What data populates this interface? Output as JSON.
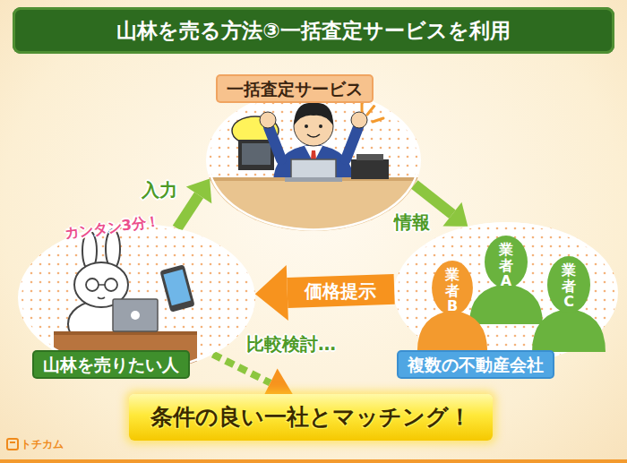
{
  "diagram": {
    "title": "山林を売る方法③一括査定サービスを利用",
    "nodes": [
      {
        "text": [
          "一括査定サービス"
        ]
      },
      {
        "text": [
          "山林を売りたい人"
        ]
      },
      {
        "text": [
          "複数の不動産会社"
        ]
      },
      {
        "text": [
          "業者B"
        ],
        "in": 2
      },
      {
        "text": [
          "業者A"
        ],
        "in": 2
      },
      {
        "text": [
          "業者C"
        ],
        "in": 2
      },
      {
        "text": [
          "条件の良い一社とマッチング！"
        ]
      }
    ],
    "edges": [
      {
        "from": 1,
        "to": 0,
        "label": "入力",
        "arrow": "to"
      },
      {
        "from": 0,
        "to": 2,
        "label": "情報",
        "arrow": "to"
      },
      {
        "from": 2,
        "to": 1,
        "label": "価格提示",
        "arrow": "to"
      },
      {
        "from": 1,
        "to": 6,
        "label": "比較検討…",
        "arrow": "to"
      }
    ],
    "labels": [
      "カンタン3分！",
      "トチカム"
    ]
  }
}
